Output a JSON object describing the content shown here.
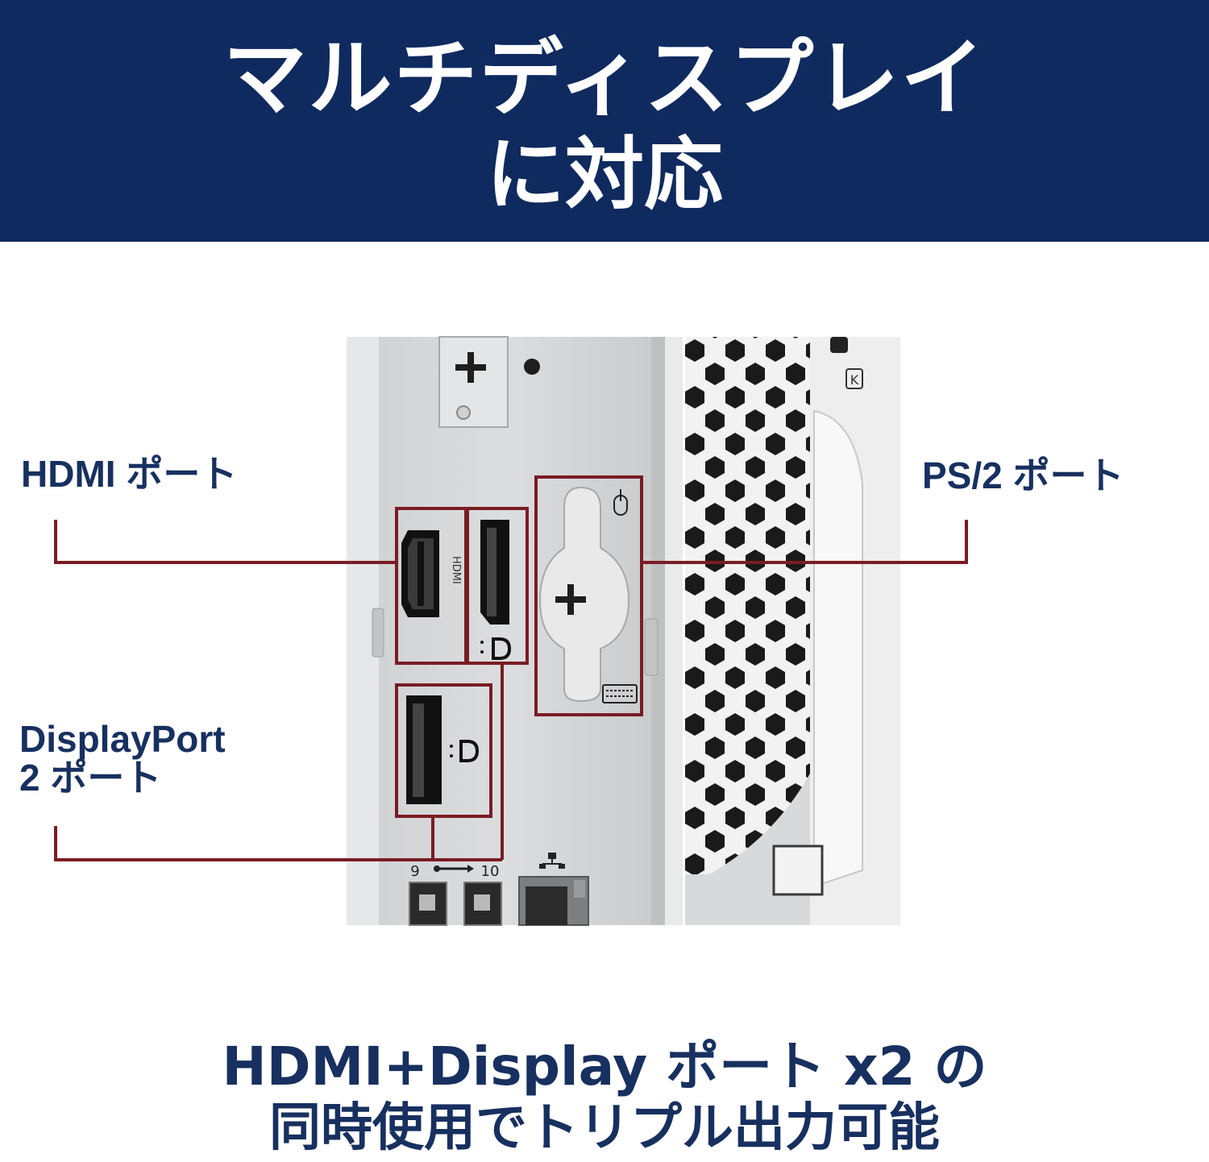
{
  "banner": {
    "title_line1": "マルチディスプレイ",
    "title_line2": "に対応",
    "background": "#0f2a5e",
    "text_color": "#ffffff"
  },
  "labels": {
    "hdmi": "HDMI ポート",
    "ps2": "PS/2 ポート",
    "displayport_line1": "DisplayPort",
    "displayport_line2": "2 ポート"
  },
  "photo": {
    "hdmi_port_marking": "HDMI",
    "usb_port_number_left": "9",
    "usb_port_number_right": "10",
    "icons": [
      "plus-icon",
      "mouse-icon",
      "keyboard-icon",
      "displayport-icon",
      "usb-icon",
      "network-icon",
      "kensington-lock-icon"
    ]
  },
  "caption": {
    "line1": "HDMI+Display ポート x2 の",
    "line2": "同時使用でトリプル出力可能"
  },
  "colors": {
    "accent_text": "#17305f",
    "callout_line": "#7a1c24"
  }
}
